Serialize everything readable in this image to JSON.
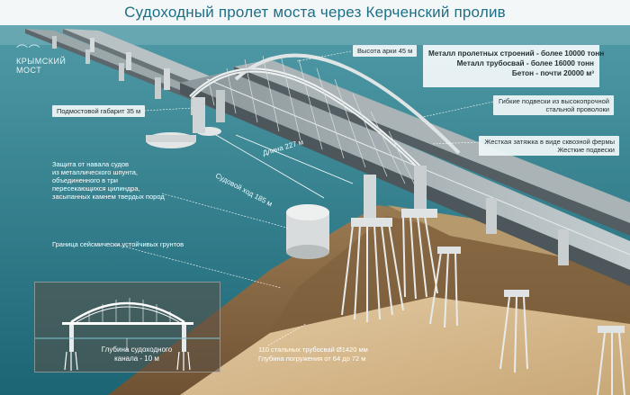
{
  "header": {
    "title": "Судоходный пролет моста через Керченский пролив"
  },
  "logo": {
    "line1": "КРЫМСКИЙ",
    "line2": "МОСТ"
  },
  "labels": {
    "arch_height": "Высота арки 45 м",
    "underbridge": "Подмостовой габарит 35 м",
    "hangers_1": "Гибкие подвески из высокопрочной",
    "hangers_2": "стальной проволоки",
    "tie_1": "Жесткая затяжка в виде сквозной фермы",
    "tie_2": "Жесткие подвески",
    "length": "Длина 227 м",
    "fairway": "Судовой ход 185 м",
    "protection_1": "Защита от навала судов",
    "protection_2": "из металлического шпунта,",
    "protection_3": "объединенного в три",
    "protection_4": "пересекающихся цилиндра,",
    "protection_5": "засыпанных камнем твердых пород",
    "seismic": "Граница сейсмически устойчивых грунтов",
    "depth_1": "Глубина судоходного",
    "depth_2": "канала - 10 м",
    "pipes_1": "110 стальных трубосвай  Ø1420 мм",
    "pipes_2": "Глубина погружения от 64 до 72 м"
  },
  "stats": [
    "Металл пролетных строений - более 10000 тонн",
    "Металл трубосвай - более 16000 тонн",
    "Бетон - почти 20000 м³"
  ]
}
